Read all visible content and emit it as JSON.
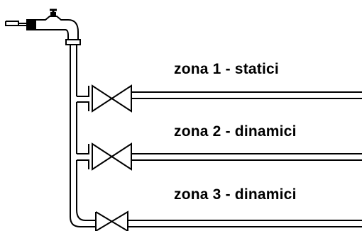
{
  "zones": [
    {
      "label": "zona 1 - statici"
    },
    {
      "label": "zona 2 - dinamici"
    },
    {
      "label": "zona 3 - dinamici"
    }
  ],
  "colors": {
    "line": "#000000",
    "background": "#ffffff"
  }
}
